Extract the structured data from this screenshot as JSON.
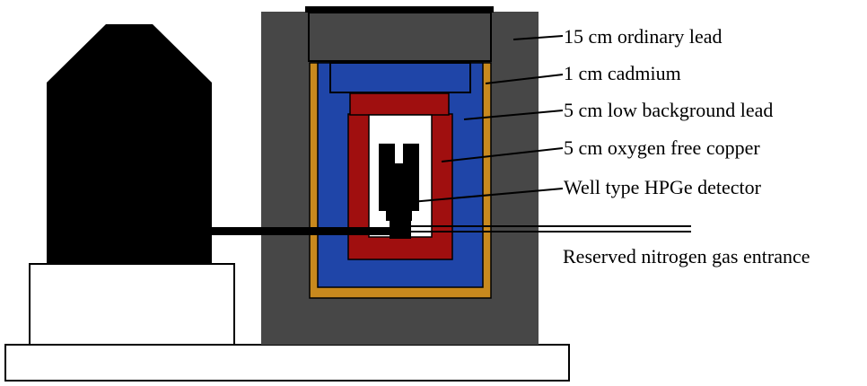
{
  "labels": {
    "ordinary_lead": "15 cm ordinary lead",
    "cadmium": "1 cm cadmium",
    "low_background_lead": "5 cm low background lead",
    "oxygen_free_copper": "5 cm oxygen free copper",
    "hpge_detector": "Well type HPGe detector",
    "nitrogen_entrance": "Reserved nitrogen gas entrance"
  },
  "colors": {
    "ordinary_lead": "#474747",
    "cadmium": "#c8891e",
    "low_background_lead": "#1f45a8",
    "oxygen_free_copper": "#a00f0f",
    "detector": "#000000",
    "cavity": "#ffffff",
    "outline": "#000000"
  }
}
